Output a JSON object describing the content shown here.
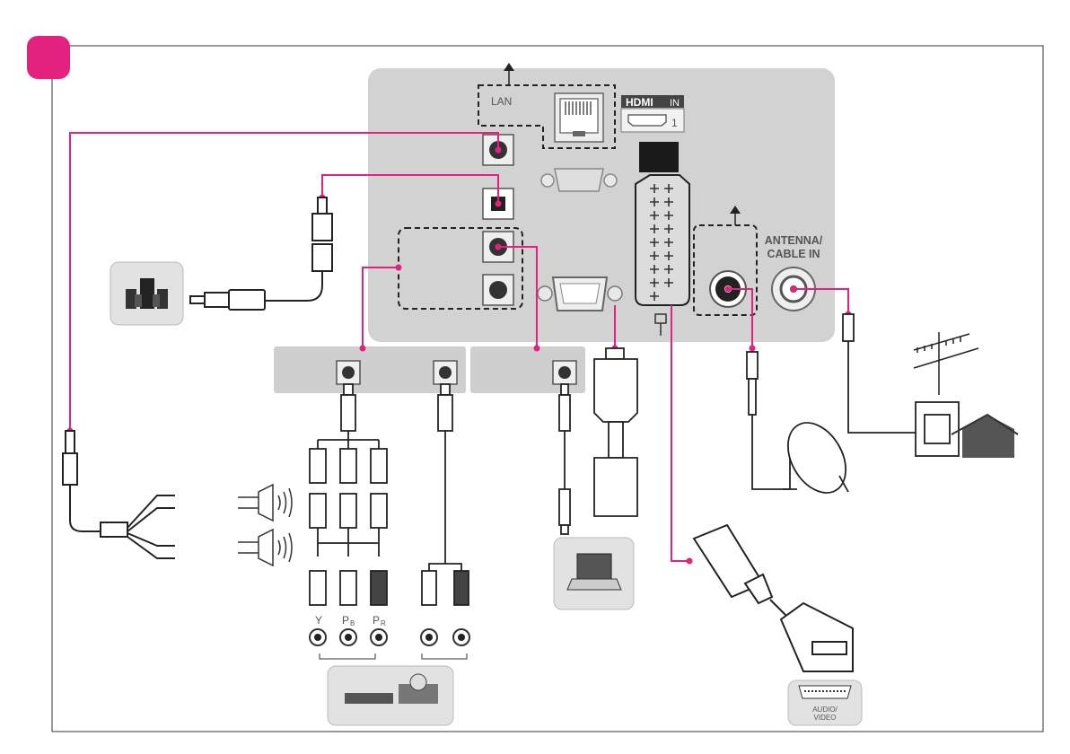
{
  "labels": {
    "lan": "LAN",
    "hdmi_logo": "HDMI",
    "hdmi_in": "IN",
    "hdmi_port_number": "1",
    "antenna_line1": "ANTENNA/",
    "antenna_line2": "CABLE IN",
    "component_y": "Y",
    "component_pb_main": "P",
    "component_pb_sub": "B",
    "component_pr_main": "P",
    "component_pr_sub": "R",
    "scart_line1": "AUDIO/",
    "scart_line2": "VIDEO"
  },
  "colors": {
    "accent": "#e5217f",
    "panel": "#d2d2d2",
    "panel_dark": "#cfcfcf",
    "line": "#333333"
  },
  "icons": [
    "speaker-system-icon",
    "speaker-icon",
    "laptop-icon",
    "dvd-player-icon",
    "antenna-icon",
    "satellite-dish-icon",
    "house-icon",
    "scart-plug-icon"
  ]
}
